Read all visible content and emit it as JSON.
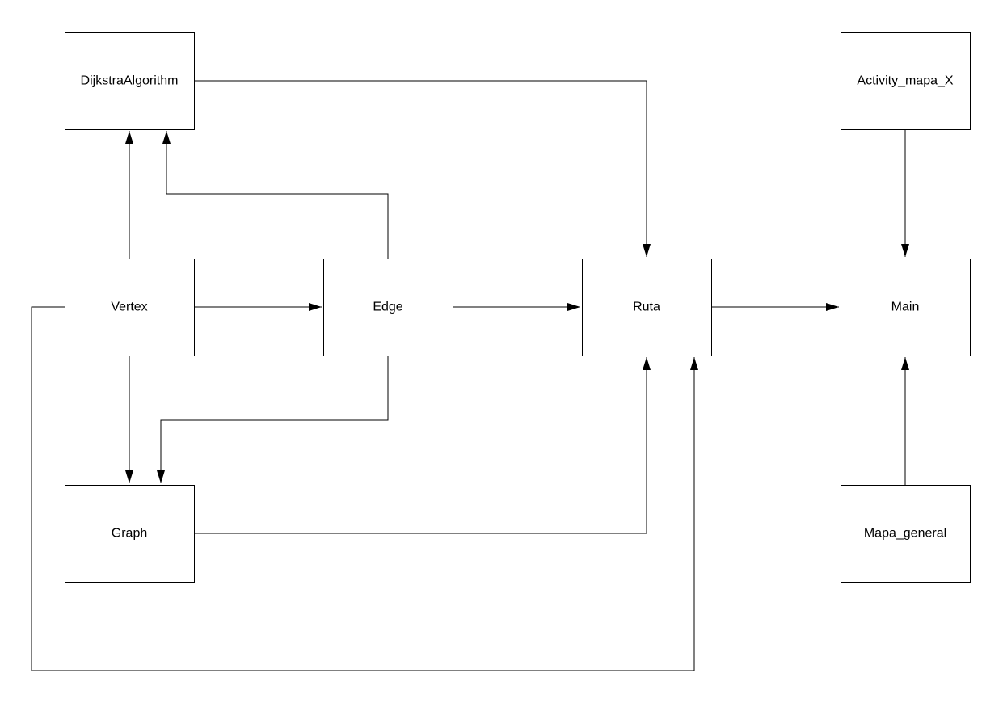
{
  "diagram": {
    "nodes": {
      "dijkstra": {
        "label": "DijkstraAlgorithm"
      },
      "activity": {
        "label": "Activity_mapa_X"
      },
      "vertex": {
        "label": "Vertex"
      },
      "edge": {
        "label": "Edge"
      },
      "ruta": {
        "label": "Ruta"
      },
      "main": {
        "label": "Main"
      },
      "graph": {
        "label": "Graph"
      },
      "mapa": {
        "label": "Mapa_general"
      }
    },
    "connections": [
      {
        "from": "dijkstra",
        "to": "ruta"
      },
      {
        "from": "activity",
        "to": "main"
      },
      {
        "from": "vertex",
        "to": "dijkstra"
      },
      {
        "from": "edge",
        "to": "dijkstra"
      },
      {
        "from": "vertex",
        "to": "edge"
      },
      {
        "from": "edge",
        "to": "ruta"
      },
      {
        "from": "ruta",
        "to": "main"
      },
      {
        "from": "vertex",
        "to": "graph"
      },
      {
        "from": "edge",
        "to": "graph"
      },
      {
        "from": "graph",
        "to": "ruta"
      },
      {
        "from": "vertex",
        "to": "ruta"
      },
      {
        "from": "mapa",
        "to": "main"
      }
    ]
  }
}
